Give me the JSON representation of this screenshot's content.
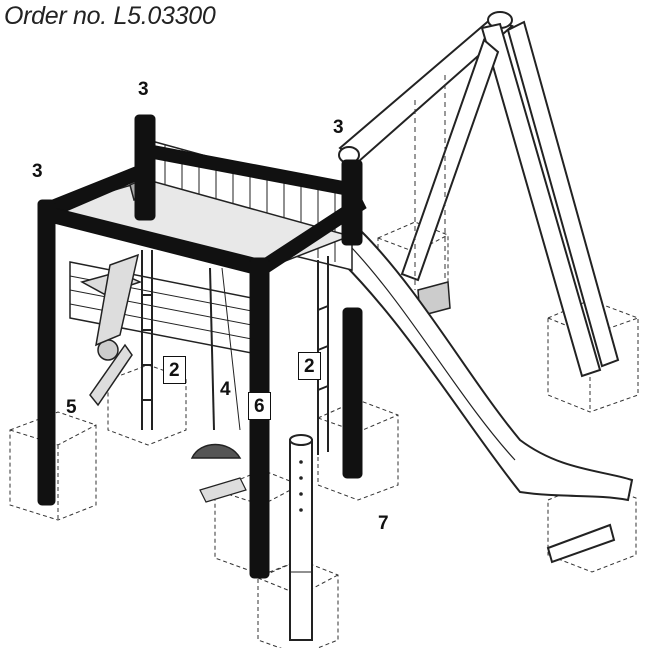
{
  "title": "Order no. L5.03300",
  "callouts": {
    "c3_top": "3",
    "c3_left": "3",
    "c3_right": "3",
    "c2_left": "2",
    "c2_right": "2",
    "c4": "4",
    "c5": "5",
    "c6": "6",
    "c7": "7"
  }
}
